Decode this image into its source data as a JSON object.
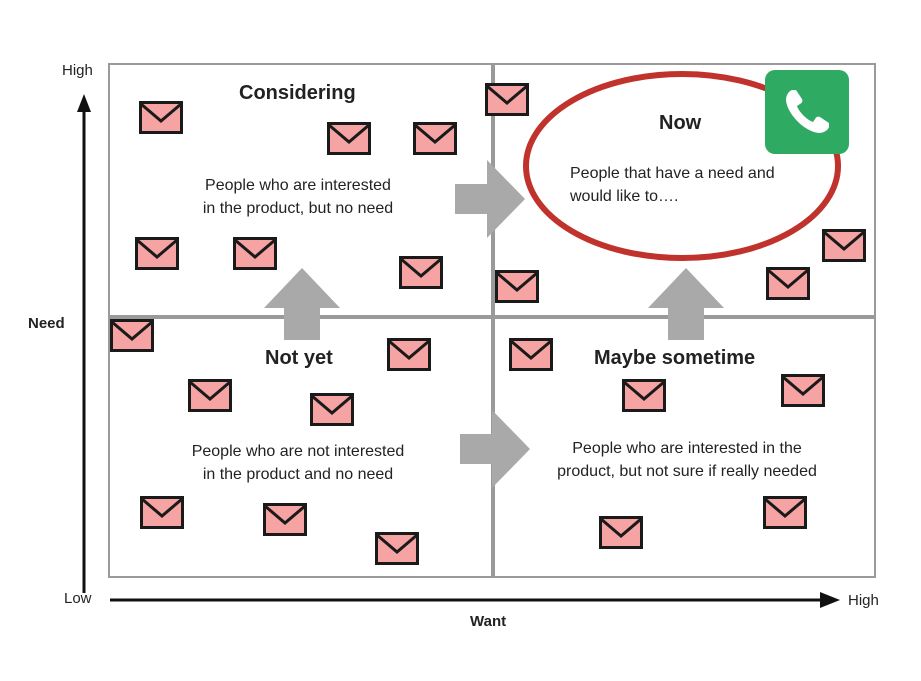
{
  "axes": {
    "y_title": "Need",
    "y_high": "High",
    "y_low": "Low",
    "x_title": "Want",
    "x_high": "High"
  },
  "quadrants": {
    "considering": {
      "title": "Considering",
      "description_line1": "People who are interested",
      "description_line2": "in the product, but no need"
    },
    "now": {
      "title": "Now",
      "description_line1": "People that have a need and",
      "description_line2": "would like to…."
    },
    "not_yet": {
      "title": "Not yet",
      "description_line1": "People who are not interested",
      "description_line2": "in the product and no need"
    },
    "maybe_sometime": {
      "title": "Maybe sometime",
      "description_line1": "People who are interested in the",
      "description_line2": "product, but not sure if really needed"
    }
  },
  "colors": {
    "grid": "#9a9a9a",
    "arrow": "#a9a9a9",
    "highlight_ellipse": "#c0322c",
    "envelope_fill": "#f6a3a3",
    "envelope_stroke": "#1a1a1a",
    "phone_tile": "#2eaa62"
  },
  "icons": {
    "envelope": "envelope-icon",
    "phone": "phone-icon"
  }
}
